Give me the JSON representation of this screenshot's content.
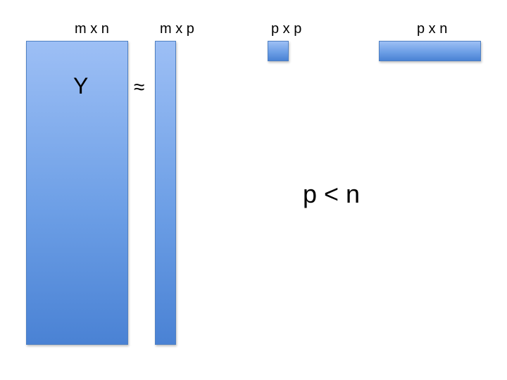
{
  "matrices": [
    {
      "name": "Y",
      "dims": "m x n"
    },
    {
      "name": "",
      "dims": "m x p"
    },
    {
      "name": "",
      "dims": "p x p"
    },
    {
      "name": "",
      "dims": "p x n"
    }
  ],
  "relation_symbol": "≈",
  "condition": "p < n",
  "colors": {
    "block_top": "#9dbff5",
    "block_bottom": "#4a82d4",
    "block_border": "#4f80c2"
  }
}
